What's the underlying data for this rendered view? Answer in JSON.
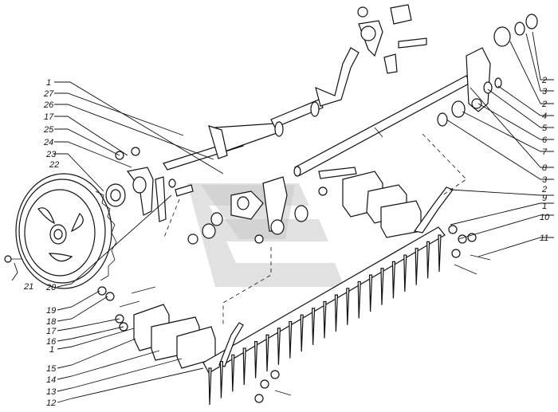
{
  "callouts": [
    {
      "id": "l-1a",
      "text": "1"
    },
    {
      "id": "l-27",
      "text": "27"
    },
    {
      "id": "l-26",
      "text": "26"
    },
    {
      "id": "l-17a",
      "text": "17"
    },
    {
      "id": "l-25",
      "text": "25"
    },
    {
      "id": "l-24",
      "text": "24"
    },
    {
      "id": "l-23",
      "text": "23"
    },
    {
      "id": "l-22",
      "text": "22"
    },
    {
      "id": "l-21",
      "text": "21"
    },
    {
      "id": "l-20",
      "text": "20"
    },
    {
      "id": "l-19",
      "text": "19"
    },
    {
      "id": "l-18",
      "text": "18"
    },
    {
      "id": "l-17b",
      "text": "17"
    },
    {
      "id": "l-16",
      "text": "16"
    },
    {
      "id": "l-1b",
      "text": "1"
    },
    {
      "id": "l-15",
      "text": "15"
    },
    {
      "id": "l-14",
      "text": "14"
    },
    {
      "id": "l-13",
      "text": "13"
    },
    {
      "id": "l-12",
      "text": "12"
    },
    {
      "id": "l-2a",
      "text": "2"
    },
    {
      "id": "l-3a",
      "text": "3"
    },
    {
      "id": "l-2b",
      "text": "2"
    },
    {
      "id": "l-4",
      "text": "4"
    },
    {
      "id": "l-5",
      "text": "5"
    },
    {
      "id": "l-6",
      "text": "6"
    },
    {
      "id": "l-7",
      "text": "7"
    },
    {
      "id": "l-8",
      "text": "8"
    },
    {
      "id": "l-3b",
      "text": "3"
    },
    {
      "id": "l-2c",
      "text": "2"
    },
    {
      "id": "l-9",
      "text": "9"
    },
    {
      "id": "l-1c",
      "text": "1"
    },
    {
      "id": "l-10",
      "text": "10"
    },
    {
      "id": "l-11",
      "text": "11"
    }
  ]
}
